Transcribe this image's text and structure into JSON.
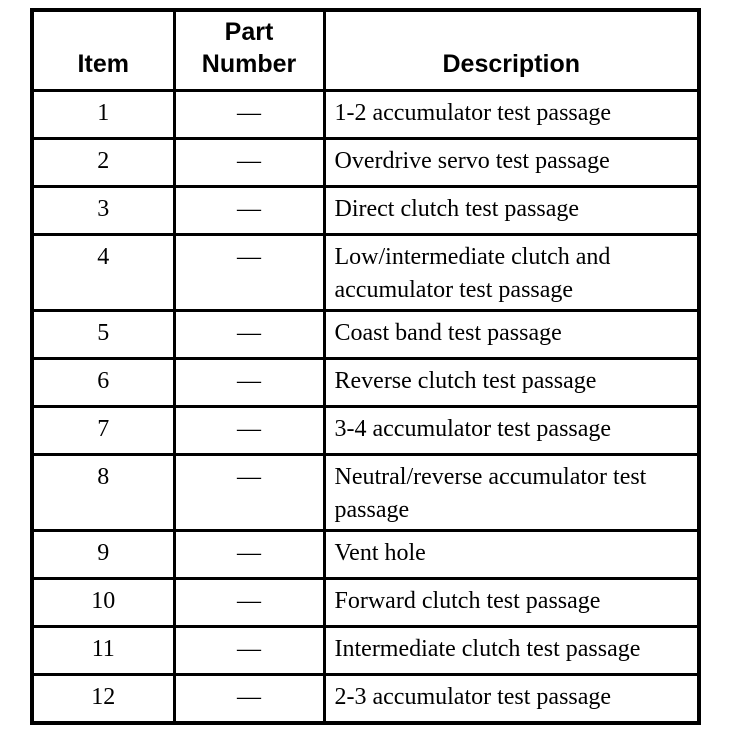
{
  "colors": {
    "background": "#ffffff",
    "border": "#000000",
    "text": "#000000"
  },
  "table": {
    "headers": {
      "item": "Item",
      "part_number": "Part Number",
      "description": "Description"
    },
    "rows": [
      {
        "item": "1",
        "part_number": "—",
        "description": "1-2 accumulator test passage"
      },
      {
        "item": "2",
        "part_number": "—",
        "description": "Overdrive servo test passage"
      },
      {
        "item": "3",
        "part_number": "—",
        "description": "Direct clutch test passage"
      },
      {
        "item": "4",
        "part_number": "—",
        "description": "Low/intermediate clutch and accumulator test passage"
      },
      {
        "item": "5",
        "part_number": "—",
        "description": "Coast band test passage"
      },
      {
        "item": "6",
        "part_number": "—",
        "description": "Reverse clutch test passage"
      },
      {
        "item": "7",
        "part_number": "—",
        "description": "3-4 accumulator test passage"
      },
      {
        "item": "8",
        "part_number": "—",
        "description": "Neutral/reverse accumulator test passage"
      },
      {
        "item": "9",
        "part_number": "—",
        "description": "Vent hole"
      },
      {
        "item": "10",
        "part_number": "—",
        "description": "Forward clutch test passage"
      },
      {
        "item": "11",
        "part_number": "—",
        "description": "Intermediate clutch test passage"
      },
      {
        "item": "12",
        "part_number": "—",
        "description": "2-3 accumulator test passage"
      }
    ]
  }
}
